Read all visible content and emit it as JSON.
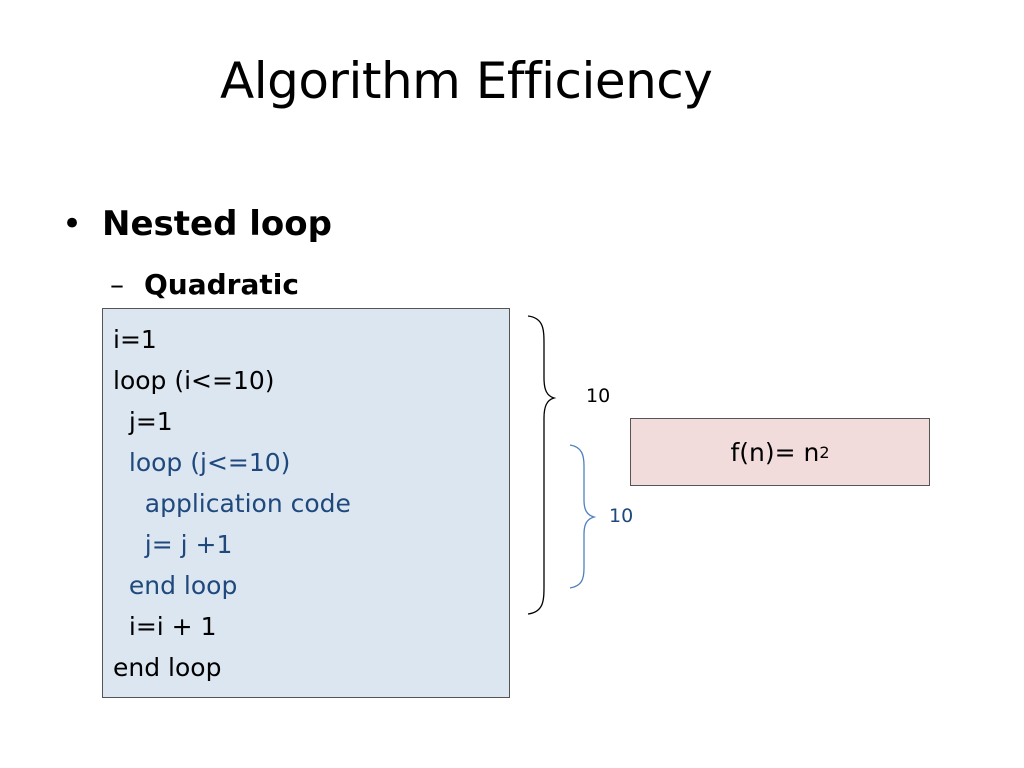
{
  "slide": {
    "title": "Algorithm Efficiency",
    "bullet": "Nested loop",
    "bullet_marker": "•",
    "sub_bullet": "Quadratic",
    "sub_marker": "–"
  },
  "code": {
    "lines": [
      {
        "text": "i=1",
        "level": "outer"
      },
      {
        "text": "loop (i<=10)",
        "level": "outer"
      },
      {
        "text": "  j=1",
        "level": "outer"
      },
      {
        "text": "  loop (j<=10)",
        "level": "inner"
      },
      {
        "text": "    application code",
        "level": "inner"
      },
      {
        "text": "    j= j +1",
        "level": "inner"
      },
      {
        "text": "  end loop",
        "level": "inner"
      },
      {
        "text": "  i=i + 1",
        "level": "outer"
      },
      {
        "text": "end loop",
        "level": "outer"
      }
    ]
  },
  "braces": {
    "outer_label": "10",
    "inner_label": "10"
  },
  "formula": {
    "prefix": "f(n)= n",
    "exponent": "2"
  },
  "colors": {
    "code_background": "#dce6f1",
    "formula_background": "#f2dcdb",
    "inner_loop_text": "#1f497d"
  }
}
